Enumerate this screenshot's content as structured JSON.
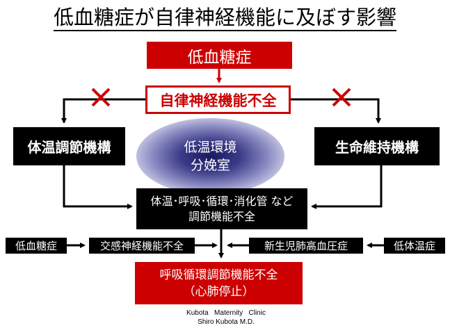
{
  "title": "低血糖症が自律神経機能に及ぼす影響",
  "boxes": {
    "top": "低血糖症",
    "anse": "自律神経機能不全",
    "left": "体温調節機構",
    "right": "生命維持機構",
    "glow_line1": "低温環境",
    "glow_line2": "分娩室",
    "middle_line1": "体温･呼吸･循環･消化管 など",
    "middle_line2": "調節機能不全",
    "row": [
      "低血糖症",
      "交感神経機能不全",
      "新生児肺高血圧症",
      "低体温症"
    ],
    "bottom_line1": "呼吸循環調節機能不全",
    "bottom_line2": "（心肺停止）"
  },
  "credit": {
    "line1": "Kubota   Maternity   Clinic",
    "line2": "Shiro Kubota M.D."
  },
  "colors": {
    "accent_red": "#cc0000",
    "box_black": "#000000",
    "blocked_mark": "#cc0000"
  }
}
